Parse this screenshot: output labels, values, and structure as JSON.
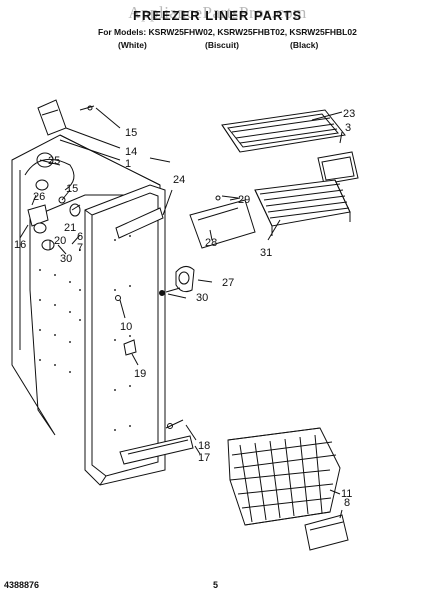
{
  "watermark": "AppliancePartsPros.com",
  "title": "FREEZER LINER PARTS",
  "models": "For Models: KSRW25FHW02, KSRW25FHBT02, KSRW25FHBL02",
  "colors": [
    "(White)",
    "(Biscuit)",
    "(Black)"
  ],
  "footer": {
    "doc_number": "4388876",
    "page_number": "5"
  },
  "callouts": [
    "23",
    "3",
    "15",
    "14",
    "1",
    "25",
    "15",
    "26",
    "24",
    "29",
    "21",
    "6",
    "7",
    "16",
    "20",
    "30",
    "28",
    "31",
    "27",
    "30",
    "10",
    "19",
    "18",
    "17",
    "11",
    "8"
  ]
}
